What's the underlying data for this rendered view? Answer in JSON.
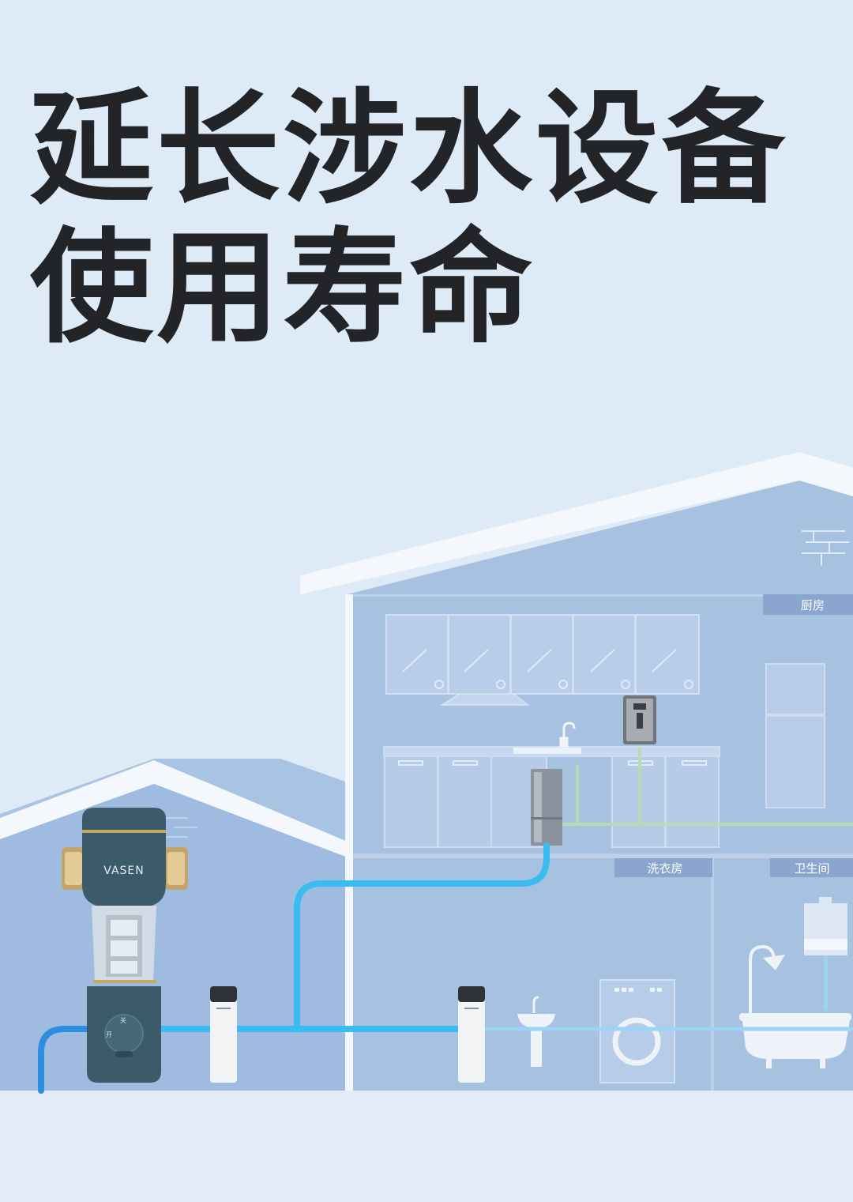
{
  "headline": {
    "line1": "延长涉水设备",
    "line2": "使用寿命"
  },
  "rooms": {
    "kitchen": "厨房",
    "laundry": "洗衣房",
    "bathroom": "卫生间"
  },
  "product": {
    "brand": "VASEN",
    "knob_off": "关",
    "knob_on": "开"
  },
  "colors": {
    "background": "#deebf7",
    "house_fill": "#a9c3e2",
    "roof": "#f4f8fc",
    "main_pipe": "#3bbcf0",
    "branch_pipe": "#9cd4f2",
    "purified_pipe": "#b7dcb0",
    "filter_body": "#3c5b6a",
    "label_bg": "#8aa6cf"
  }
}
